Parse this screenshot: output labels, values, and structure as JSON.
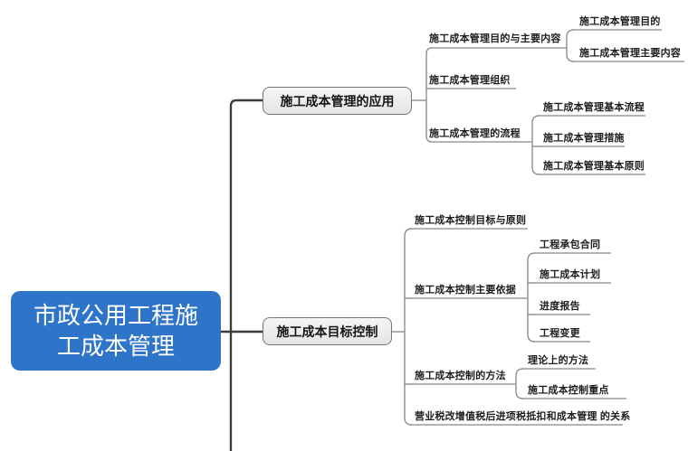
{
  "mindmap": {
    "root": {
      "label": "市政公用工程施工成本管理",
      "lines": [
        "市政公用工程施",
        "工成本管理"
      ]
    },
    "branches": [
      {
        "label": "施工成本管理的应用",
        "children": [
          {
            "label": "施工成本管理目的与主要内容",
            "children": [
              {
                "label": "施工成本管理目的"
              },
              {
                "label": "施工成本管理主要内容"
              }
            ]
          },
          {
            "label": "施工成本管理组织"
          },
          {
            "label": "施工成本管理的流程",
            "children": [
              {
                "label": "施工成本管理基本流程"
              },
              {
                "label": "施工成本管理措施"
              },
              {
                "label": "施工成本管理基本原则"
              }
            ]
          }
        ]
      },
      {
        "label": "施工成本目标控制",
        "children": [
          {
            "label": "施工成本控制目标与原则"
          },
          {
            "label": "施工成本控制主要依据",
            "children": [
              {
                "label": "工程承包合同"
              },
              {
                "label": "施工成本计划"
              },
              {
                "label": "进度报告"
              },
              {
                "label": "工程变更"
              }
            ]
          },
          {
            "label": "施工成本控制的方法",
            "children": [
              {
                "label": "理论上的方法"
              },
              {
                "label": "施工成本控制重点"
              }
            ]
          },
          {
            "label": "营业税改增值税后进项税抵扣和成本管理 的关系"
          }
        ]
      }
    ],
    "colors": {
      "background": "#FFFFFF",
      "root_fill": "#2E74C8",
      "root_text": "#FFFFFF",
      "branch_fill": "#ECECEC",
      "branch_border": "#767676",
      "spine_line": "#3C3C3C",
      "connector_line": "#868686",
      "label_text": "#1D1D1D"
    }
  }
}
